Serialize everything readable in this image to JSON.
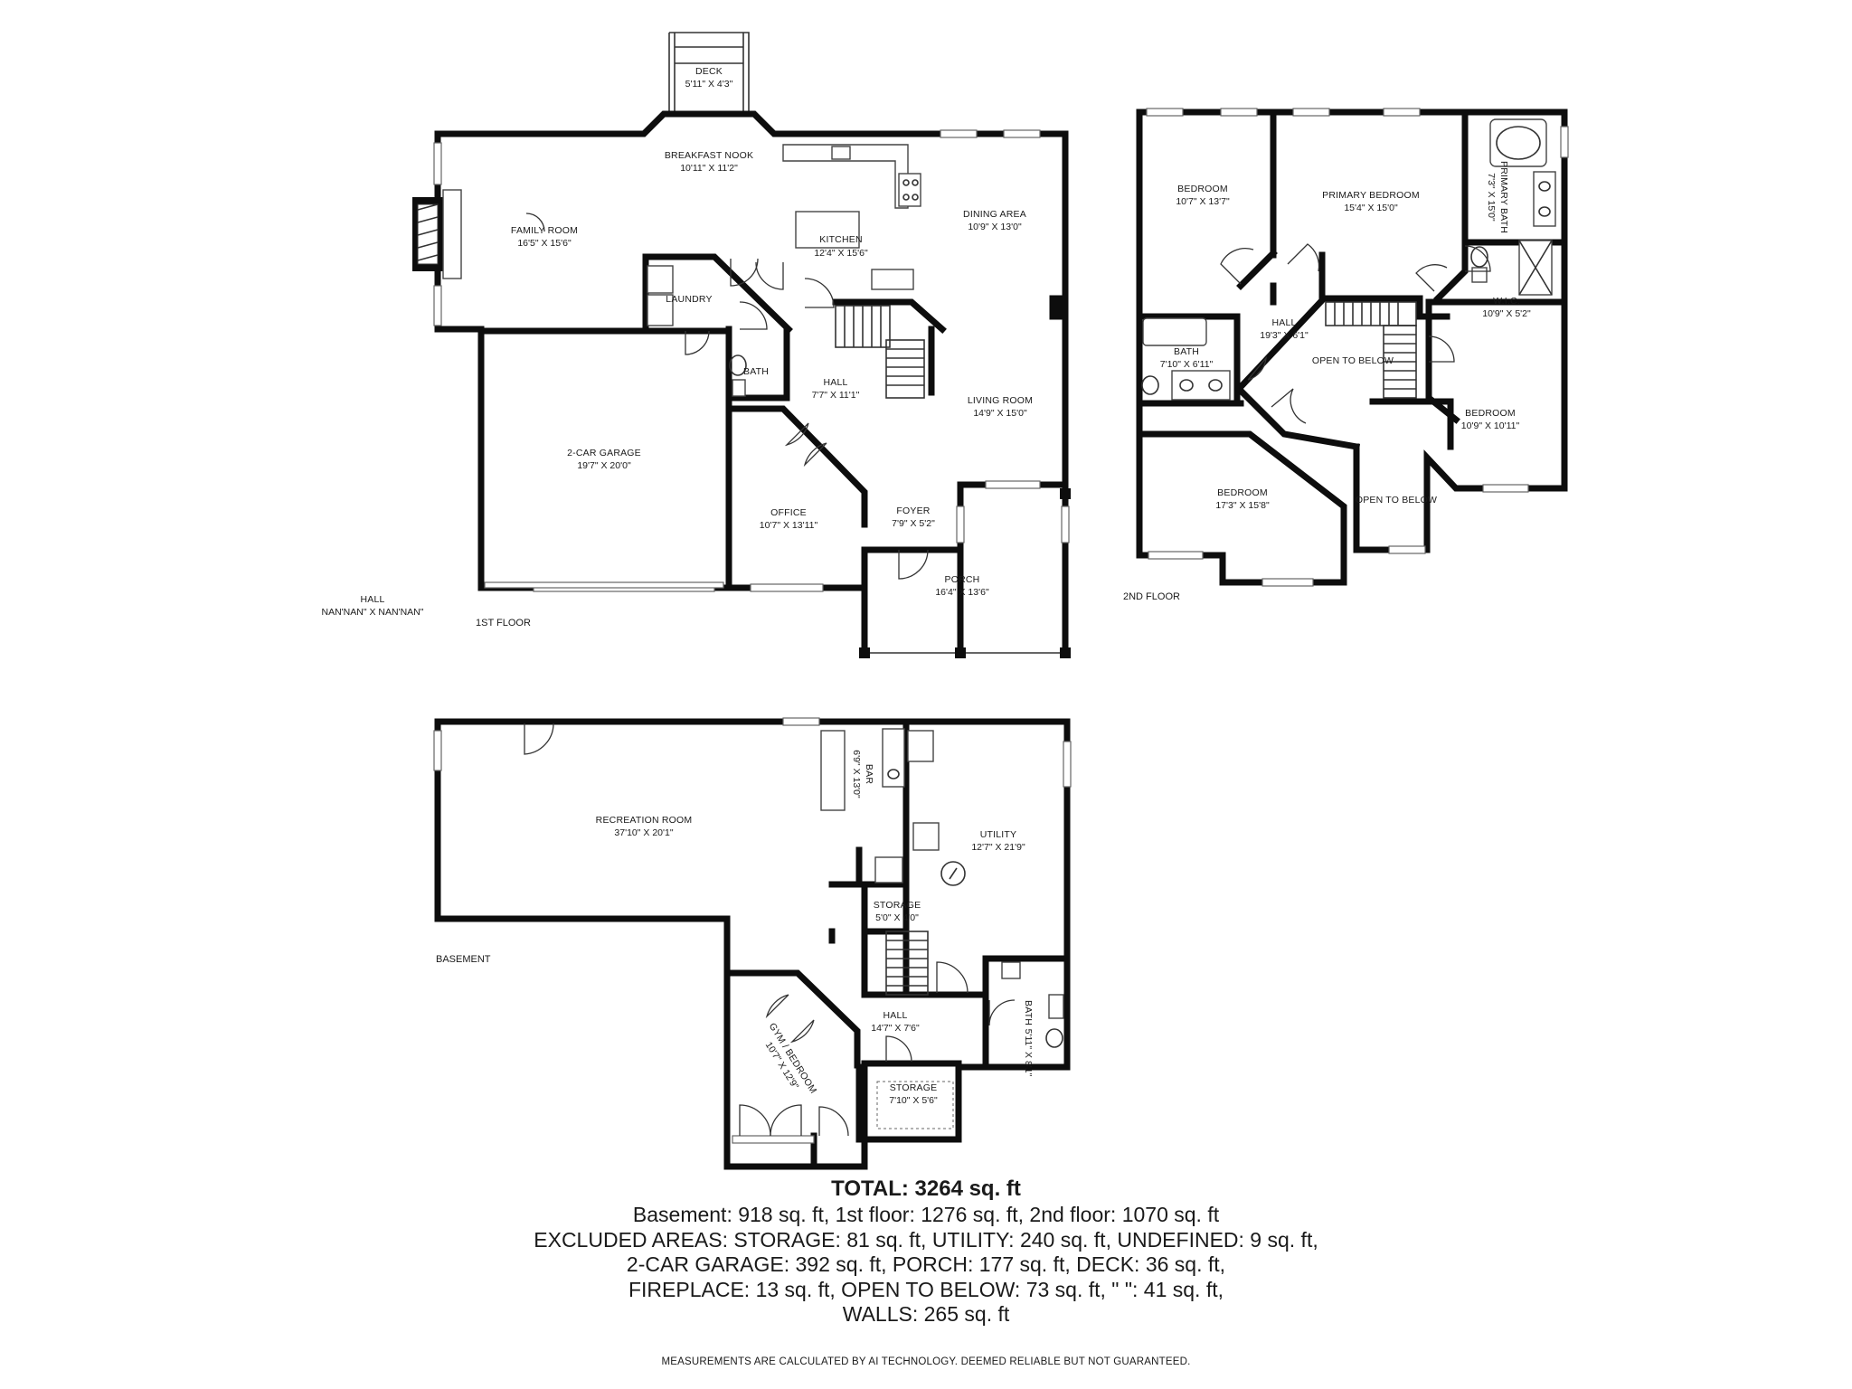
{
  "floors": {
    "first": "1ST FLOOR",
    "second": "2ND FLOOR",
    "basement": "BASEMENT"
  },
  "rooms": {
    "deck": {
      "name": "DECK",
      "dim": "5'11\" X 4'3\""
    },
    "breakfast_nook": {
      "name": "BREAKFAST NOOK",
      "dim": "10'11\" X 11'2\""
    },
    "family_room": {
      "name": "FAMILY ROOM",
      "dim": "16'5\" X 15'6\""
    },
    "kitchen": {
      "name": "KITCHEN",
      "dim": "12'4\" X 15'6\""
    },
    "dining_area": {
      "name": "DINING AREA",
      "dim": "10'9\" X 13'0\""
    },
    "laundry": {
      "name": "LAUNDRY"
    },
    "bath_1": {
      "name": "BATH"
    },
    "hall_1": {
      "name": "HALL",
      "dim": "7'7\" X 11'1\""
    },
    "living_room": {
      "name": "LIVING ROOM",
      "dim": "14'9\" X 15'0\""
    },
    "garage": {
      "name": "2-CAR GARAGE",
      "dim": "19'7\" X 20'0\""
    },
    "office": {
      "name": "OFFICE",
      "dim": "10'7\" X 13'11\""
    },
    "foyer": {
      "name": "FOYER",
      "dim": "7'9\" X 5'2\""
    },
    "porch": {
      "name": "PORCH",
      "dim": "16'4\" X 13'6\""
    },
    "hall_nan": {
      "name": "HALL",
      "dim": "NAN'NAN\" X NAN'NAN\""
    },
    "bedroom_a": {
      "name": "BEDROOM",
      "dim": "10'7\" X 13'7\""
    },
    "primary_bedroom": {
      "name": "PRIMARY BEDROOM",
      "dim": "15'4\" X 15'0\""
    },
    "primary_bath": {
      "name": "PRIMARY BATH",
      "dim": "7'3\" X 15'0\""
    },
    "wic": {
      "name": "W.I.C.",
      "dim": "10'9\" X 5'2\""
    },
    "hall_2": {
      "name": "HALL",
      "dim": "19'3\" X 6'1\""
    },
    "bath_2": {
      "name": "BATH",
      "dim": "7'10\" X 6'11\""
    },
    "open_below_1": {
      "name": "OPEN TO BELOW"
    },
    "bedroom_b": {
      "name": "BEDROOM",
      "dim": "10'9\" X 10'11\""
    },
    "bedroom_c": {
      "name": "BEDROOM",
      "dim": "17'3\" X 15'8\""
    },
    "open_below_2": {
      "name": "OPEN TO BELOW"
    },
    "recreation": {
      "name": "RECREATION ROOM",
      "dim": "37'10\" X 20'1\""
    },
    "bar": {
      "name": "BAR",
      "dim": "6'9\" X 13'0\""
    },
    "utility": {
      "name": "UTILITY",
      "dim": "12'7\" X 21'9\""
    },
    "storage_1": {
      "name": "STORAGE",
      "dim": "5'0\" X 4'0\""
    },
    "bath_3": {
      "name": "BATH",
      "dim": "5'11\" X 8'1\""
    },
    "hall_3": {
      "name": "HALL",
      "dim": "14'7\" X 7'6\""
    },
    "gym": {
      "name": "GYM / BEDROOM",
      "dim": "10'7\" X 12'9\""
    },
    "storage_2": {
      "name": "STORAGE",
      "dim": "7'10\" X 5'6\""
    }
  },
  "summary": {
    "total": "TOTAL: 3264 sq. ft",
    "lines": [
      "Basement: 918 sq. ft, 1st floor: 1276 sq. ft, 2nd floor: 1070 sq. ft",
      "EXCLUDED AREAS: STORAGE: 81 sq. ft, UTILITY: 240 sq. ft, UNDEFINED: 9 sq. ft,",
      "2-CAR GARAGE: 392 sq. ft, PORCH: 177 sq. ft, DECK: 36 sq. ft,",
      "FIREPLACE: 13 sq. ft, OPEN TO BELOW: 73 sq. ft, \" \": 41 sq. ft,",
      "WALLS: 265 sq. ft"
    ]
  },
  "disclaimer": "MEASUREMENTS ARE CALCULATED BY AI TECHNOLOGY. DEEMED RELIABLE BUT NOT GUARANTEED."
}
